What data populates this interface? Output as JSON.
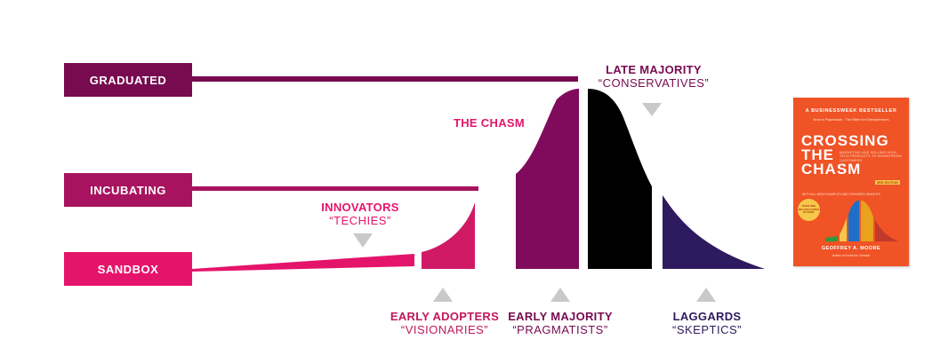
{
  "stages": {
    "graduated": {
      "label": "GRADUATED"
    },
    "incubating": {
      "label": "INCUBATING"
    },
    "sandbox": {
      "label": "SANDBOX"
    }
  },
  "categories": {
    "late_majority": {
      "title": "LATE MAJORITY",
      "subtitle": "“CONSERVATIVES”"
    },
    "chasm": {
      "title": "THE CHASM"
    },
    "innovators": {
      "title": "INNOVATORS",
      "subtitle": "“TECHIES”"
    },
    "early_adopters": {
      "title": "EARLY ADOPTERS",
      "subtitle": "“VISIONARIES”"
    },
    "early_majority": {
      "title": "EARLY MAJORITY",
      "subtitle": "“PRAGMATISTS”"
    },
    "laggards": {
      "title": "LAGGARDS",
      "subtitle": "“SKEPTICS”"
    }
  },
  "book": {
    "bestseller": "A BUSINESSWEEK BESTSELLER",
    "tagline": "Now in Paperback · The Bible for Entrepreneurs",
    "title_line1": "CROSSING",
    "title_line2": "THE",
    "title_line3": "CHASM",
    "subtitle": "MARKETING AND SELLING HIGH-TECH PRODUCTS TO MAINSTREAM CUSTOMERS",
    "edition": "3RD EDITION",
    "edition_note": "WITH ALL-NEW EXAMPLES AND EXPANDED INSIGHTS",
    "badge": "OVER ONE MILLION COPIES IN PRINT",
    "author": "GEOFFREY A. MOORE",
    "author_note": "Author of Inside the Tornado"
  },
  "colors": {
    "graduated": "#780a50",
    "incubating": "#a8135f",
    "sandbox": "#e5146b",
    "innovators": "#e5146b",
    "early_adopters": "#d01a66",
    "early_majority": "#800b5c",
    "late_majority": "#000000",
    "laggards": "#2e1a5e",
    "arrow": "#c9c9c9",
    "book": "#ef5326"
  }
}
